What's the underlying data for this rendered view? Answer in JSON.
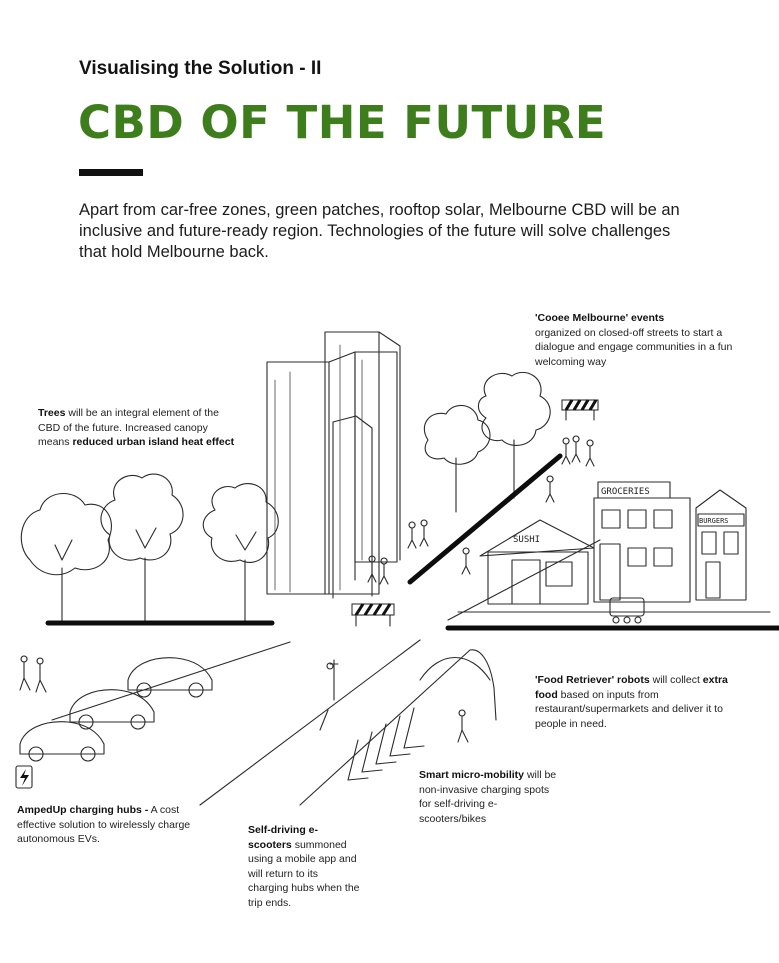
{
  "header": {
    "subtitle": "Visualising the Solution - II",
    "title": "CBD OF THE FUTURE"
  },
  "intro": "Apart from car-free zones, green patches, rooftop solar, Melbourne CBD will be an inclusive and future-ready region. Technologies of the future will solve challenges that hold Melbourne back.",
  "annotations": {
    "cooee": {
      "bold": "'Cooee Melbourne' events",
      "text": "organized on closed-off streets to start a dialogue and engage communities in a fun welcoming way"
    },
    "trees": {
      "bold1": "Trees",
      "text1": " will be an integral element of the CBD of the future. Increased canopy means ",
      "bold2": "reduced urban island heat effect"
    },
    "food": {
      "bold1": "'Food Retriever' robots",
      "text1": " will collect ",
      "bold2": "extra food",
      "text2": " based on inputs from restaurant/supermarkets and deliver it to people in need."
    },
    "micro": {
      "bold": "Smart micro-mobility",
      "text": " will be non-invasive charging spots for self-driving e-scooters/bikes"
    },
    "ampedup": {
      "bold": "AmpedUp charging hubs -",
      "text": " A cost effective solution to wirelessly charge autonomous EVs."
    },
    "scooters": {
      "bold": "Self-driving e-scooters",
      "text": " summoned using a mobile app and will return to its charging hubs when the trip ends."
    }
  },
  "signs": {
    "groceries": "GROCERIES",
    "sushi": "SUSHI",
    "burgers": "BURGERS"
  },
  "icons": [
    "bolt-icon"
  ]
}
